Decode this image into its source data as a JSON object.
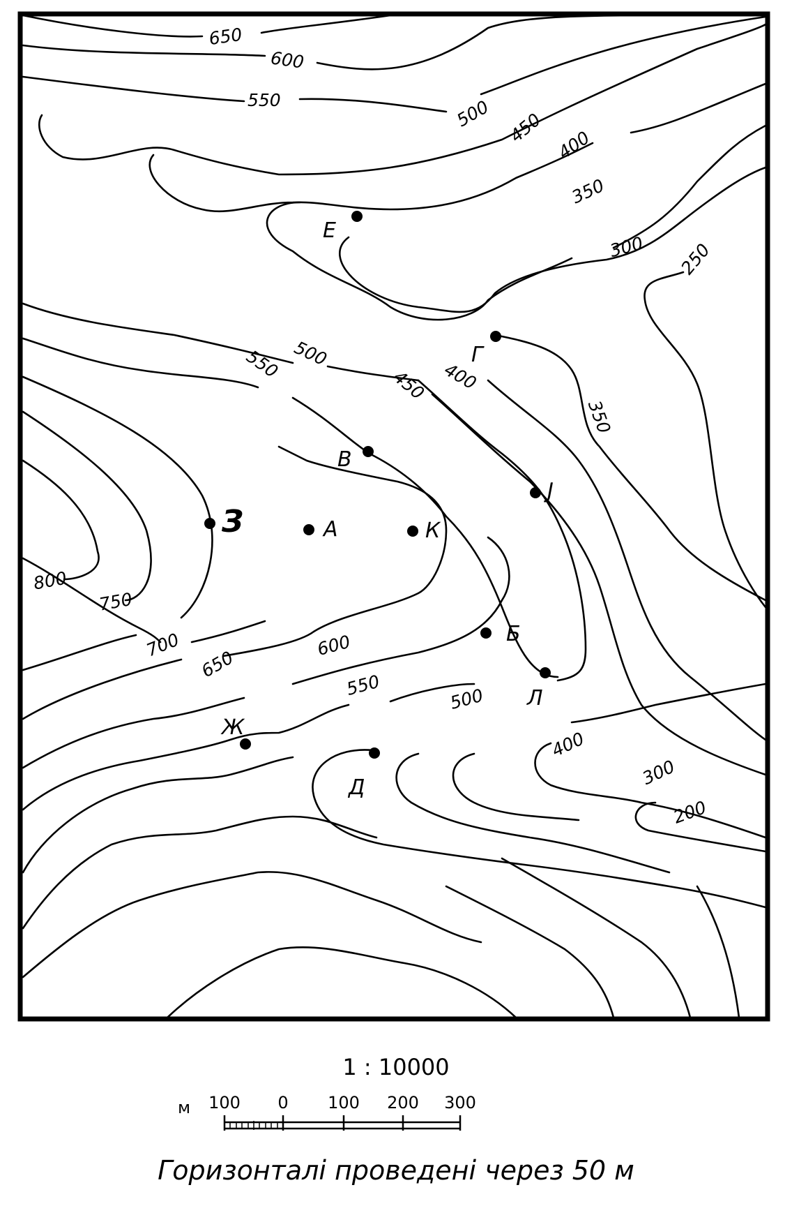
{
  "contour_labels": [
    "650",
    "600",
    "550",
    "500",
    "450",
    "400",
    "350",
    "300",
    "250",
    "500",
    "550",
    "450",
    "400",
    "350",
    "800",
    "750",
    "700",
    "650",
    "600",
    "550",
    "500",
    "400",
    "300",
    "200"
  ],
  "point_labels": [
    "Е",
    "Г",
    "В",
    "З",
    "А",
    "К",
    "Ј",
    "Б",
    "Л",
    "Ж",
    "Д"
  ],
  "scale": {
    "ratio": "1 : 10000",
    "unit": "м",
    "ticks": [
      "100",
      "0",
      "100",
      "200",
      "300"
    ]
  },
  "caption": "Горизонталі проведені через 50 м"
}
